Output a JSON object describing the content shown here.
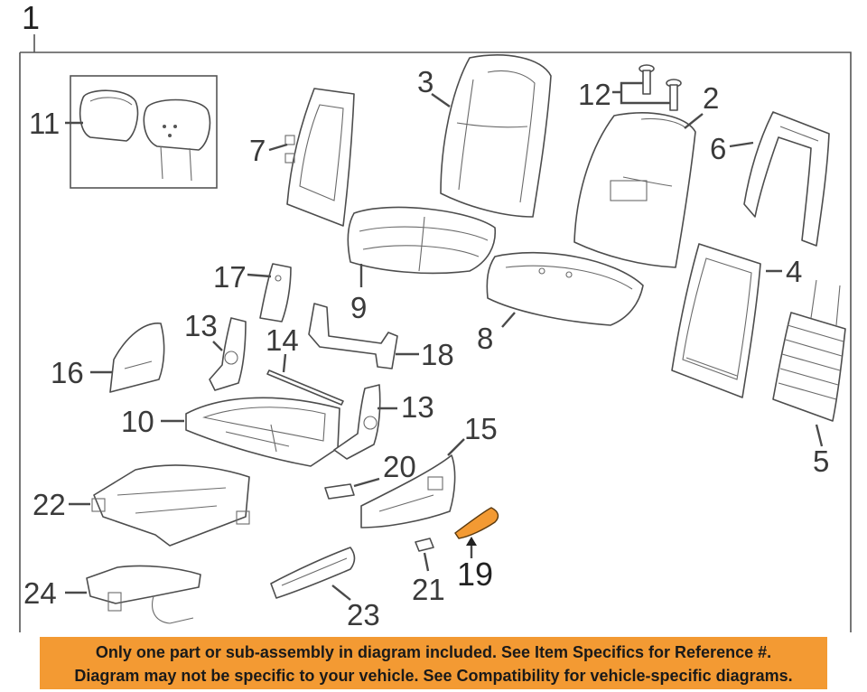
{
  "callouts": {
    "c1": "1",
    "c2": "2",
    "c3": "3",
    "c4": "4",
    "c5": "5",
    "c6": "6",
    "c7": "7",
    "c8": "8",
    "c9": "9",
    "c10": "10",
    "c11": "11",
    "c12": "12",
    "c13a": "13",
    "c13b": "13",
    "c14": "14",
    "c15": "15",
    "c16": "16",
    "c17": "17",
    "c18": "18",
    "c19": "19",
    "c20": "20",
    "c21": "21",
    "c22": "22",
    "c23": "23",
    "c24": "24"
  },
  "highlight_color": "#f39a33",
  "banner": {
    "line1": "Only one part or sub-assembly in diagram included. See Item Specifics for Reference #.",
    "line2": "Diagram may not be specific to your vehicle. See Compatibility for vehicle-specific diagrams."
  }
}
